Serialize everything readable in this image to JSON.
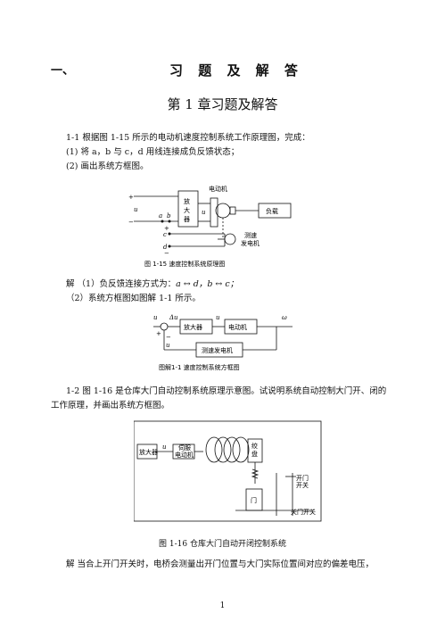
{
  "header": {
    "section_no": "一、",
    "title": "习 题 及 解 答",
    "chapter": "第 1 章习题及解答"
  },
  "q1": {
    "line1": "1-1  根据图 1-15 所示的电动机速度控制系统工作原理图，完成：",
    "line2": "(1)  将 a，b 与 c，d 用线连接成负反馈状态；",
    "line3": "(2)  画出系统方框图。"
  },
  "fig115": {
    "motor": "电动机",
    "amp1": "放",
    "amp2": "大",
    "amp3": "器",
    "load": "负载",
    "tacho1": "测速",
    "tacho2": "发电机",
    "uf": "u",
    "a": "a",
    "b": "b",
    "c": "c",
    "d": "d",
    "ua": "u",
    "plus1": "+",
    "minus1": "−",
    "plus2": "+",
    "minus2": "−",
    "caption": "图 1-15  速度控制系统原理图"
  },
  "ans1": {
    "line1a": "解  （1）负反馈连接方式为：",
    "line1b": "a ↔ d，b ↔ c；",
    "line2": "（2）系统方框图如图解 1-1 所示。"
  },
  "figsol": {
    "ur": "u",
    "du": "Δu",
    "ua": "u",
    "wm": "ω",
    "amp": "放大器",
    "motor": "电动机",
    "tacho": "测速发电机",
    "uf": "u",
    "plus": "+",
    "minus": "−",
    "caption": "图解1-1 速度控制系统方框图"
  },
  "q2": {
    "line1": "1-2  图 1-16 是仓库大门自动控制系统原理示意图。试说明系统自动控制大门开、闭的",
    "line2": "工作原理，并画出系统方框图。"
  },
  "fig116": {
    "amp": "放大器",
    "u": "u",
    "servo1": "伺服",
    "servo2": "电动机",
    "drum1": "绞",
    "drum2": "盘",
    "door": "门",
    "open1": "开门",
    "open2": "开关",
    "close": "关门开关",
    "caption": "图 1-16   仓库大门自动开闭控制系统"
  },
  "ans2": {
    "line1": "解   当合上开门开关时，电桥会测量出开门位置与大门实际位置间对应的偏差电压，"
  },
  "footer": {
    "page": "1"
  }
}
